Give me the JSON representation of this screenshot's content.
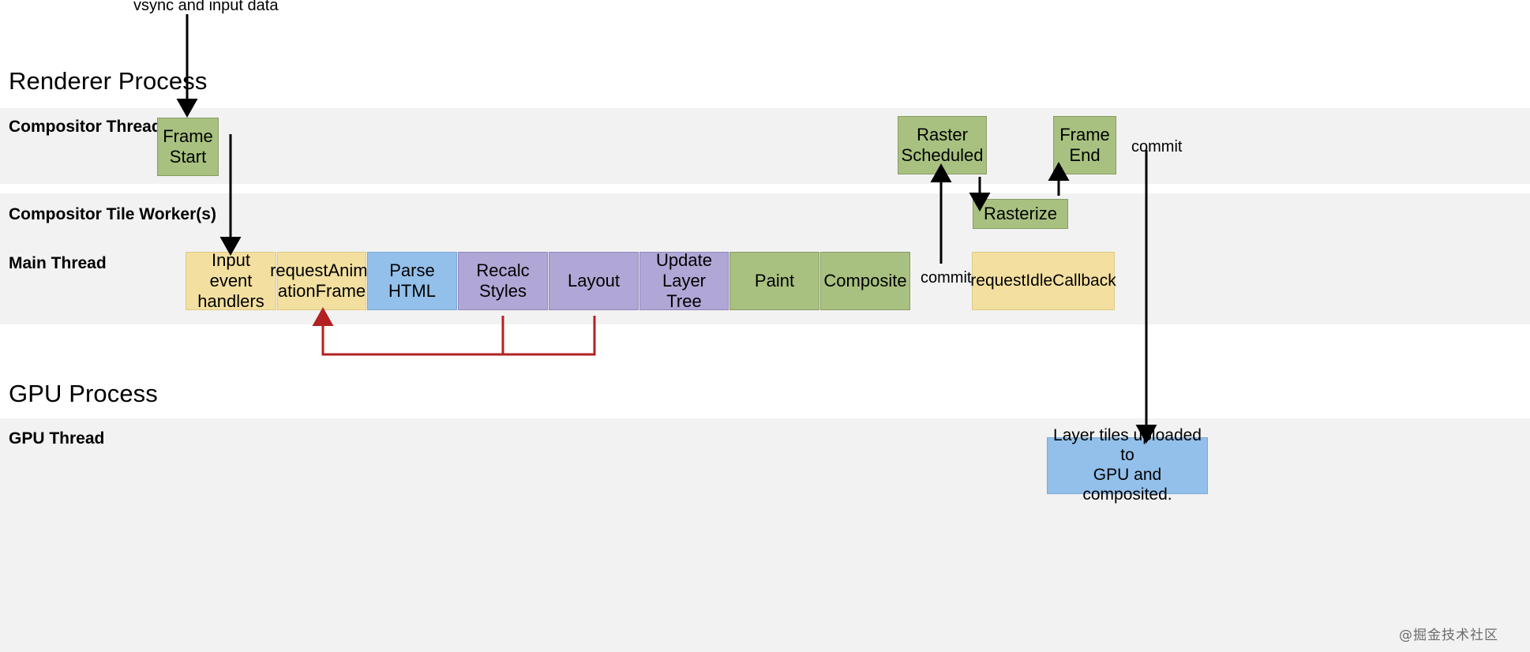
{
  "diagram": {
    "title_top_annotation": "vsync and input data",
    "processes": [
      {
        "name": "Renderer Process"
      },
      {
        "name": "GPU Process"
      }
    ],
    "lanes": [
      {
        "label": "Compositor Thread"
      },
      {
        "label": "Compositor Tile Worker(s)"
      },
      {
        "label": "Main Thread"
      },
      {
        "label": "GPU Thread"
      }
    ],
    "compositor_thread_boxes": [
      {
        "label": "Frame\nStart",
        "color": "#a8c180",
        "color_name": "green"
      },
      {
        "label": "Raster\nScheduled",
        "color": "#a8c180",
        "color_name": "green"
      },
      {
        "label": "Frame\nEnd",
        "color": "#a8c180",
        "color_name": "green"
      }
    ],
    "tile_worker_boxes": [
      {
        "label": "Rasterize",
        "color": "#a8c180",
        "color_name": "green"
      }
    ],
    "main_thread_boxes": [
      {
        "label": "Input event\nhandlers",
        "color": "#f3e0a0",
        "color_name": "yellow"
      },
      {
        "label": "requestAnim-\nationFrame",
        "color": "#f3e0a0",
        "color_name": "yellow"
      },
      {
        "label": "Parse\nHTML",
        "color": "#93c0ea",
        "color_name": "blue"
      },
      {
        "label": "Recalc\nStyles",
        "color": "#b1a7d6",
        "color_name": "purple"
      },
      {
        "label": "Layout",
        "color": "#b1a7d6",
        "color_name": "purple"
      },
      {
        "label": "Update\nLayer Tree",
        "color": "#b1a7d6",
        "color_name": "purple"
      },
      {
        "label": "Paint",
        "color": "#a8c180",
        "color_name": "green"
      },
      {
        "label": "Composite",
        "color": "#a8c180",
        "color_name": "green"
      },
      {
        "label": "requestIdleCallback",
        "color": "#f3e0a0",
        "color_name": "yellow"
      }
    ],
    "gpu_thread_boxes": [
      {
        "label": "Layer tiles uploaded to\nGPU and composited.",
        "color": "#93c0ea",
        "color_name": "lightblue"
      }
    ],
    "annotations": [
      {
        "label": "commit",
        "where": "main-thread-to-compositor"
      },
      {
        "label": "commit",
        "where": "compositor-to-gpu"
      }
    ],
    "colors": {
      "band": "#f2f2f2",
      "page": "#ffffff",
      "arrow": "#000000",
      "loop_arrow": "#b22222",
      "green": "#a8c180",
      "yellow": "#f3e0a0",
      "blue": "#93c0ea",
      "purple": "#b1a7d6"
    },
    "watermark": "@掘金技术社区"
  }
}
